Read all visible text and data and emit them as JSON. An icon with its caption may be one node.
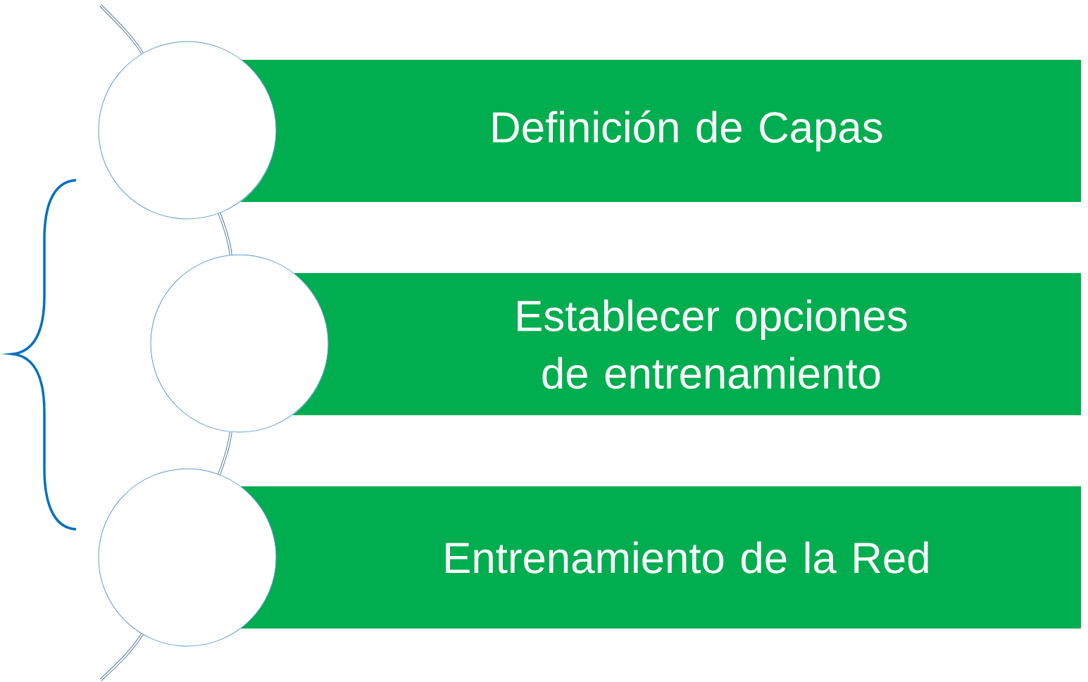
{
  "diagram": {
    "nodes": [
      {
        "text": [],
        "shape": "circle"
      },
      {
        "text": [
          "Definición de Capas"
        ]
      },
      {
        "text": [],
        "shape": "circle"
      },
      {
        "text": [
          "Establecer opciones de entrenamiento"
        ]
      },
      {
        "text": [],
        "shape": "circle"
      },
      {
        "text": [
          "Entrenamiento de la Red"
        ]
      }
    ],
    "edges": [
      {
        "from": null,
        "to": 0,
        "arrow": "none"
      },
      {
        "from": 0,
        "to": 2,
        "arrow": "none"
      },
      {
        "from": 2,
        "to": 4,
        "arrow": "none"
      },
      {
        "from": 4,
        "to": null,
        "arrow": "none"
      }
    ]
  }
}
